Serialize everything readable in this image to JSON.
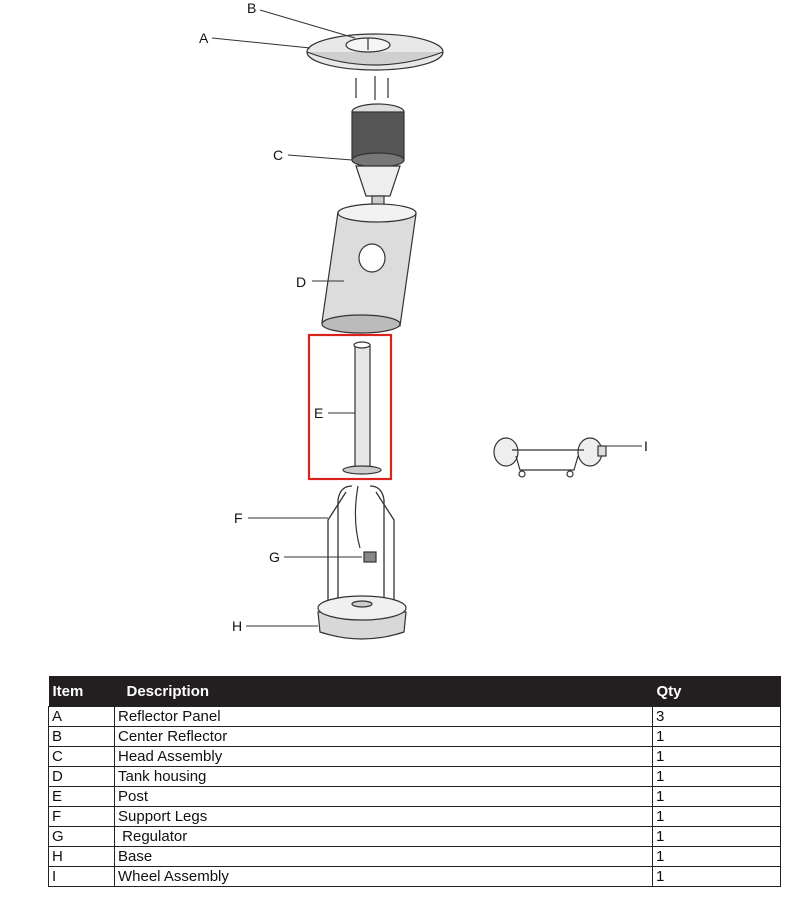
{
  "diagram": {
    "callouts": [
      {
        "letter": "B"
      },
      {
        "letter": "A"
      },
      {
        "letter": "C"
      },
      {
        "letter": "D"
      },
      {
        "letter": "E"
      },
      {
        "letter": "F"
      },
      {
        "letter": "G"
      },
      {
        "letter": "H"
      },
      {
        "letter": "I"
      }
    ],
    "highlight_color": "#d9241c"
  },
  "table": {
    "headers": {
      "item": "Item",
      "description": "Description",
      "qty": "Qty"
    },
    "rows": [
      {
        "item": "A",
        "description": "Reflector Panel",
        "qty": "3"
      },
      {
        "item": "B",
        "description": "Center Reflector",
        "qty": "1"
      },
      {
        "item": "C",
        "description": "Head Assembly",
        "qty": "1"
      },
      {
        "item": "D",
        "description": "Tank housing",
        "qty": "1"
      },
      {
        "item": "E",
        "description": "Post",
        "qty": "1"
      },
      {
        "item": "F",
        "description": "Support Legs",
        "qty": "1"
      },
      {
        "item": "G",
        "description": " Regulator",
        "qty": "1"
      },
      {
        "item": "H",
        "description": "Base",
        "qty": "1"
      },
      {
        "item": "I",
        "description": "Wheel Assembly",
        "qty": "1"
      }
    ],
    "header_bg": "#231f20"
  }
}
